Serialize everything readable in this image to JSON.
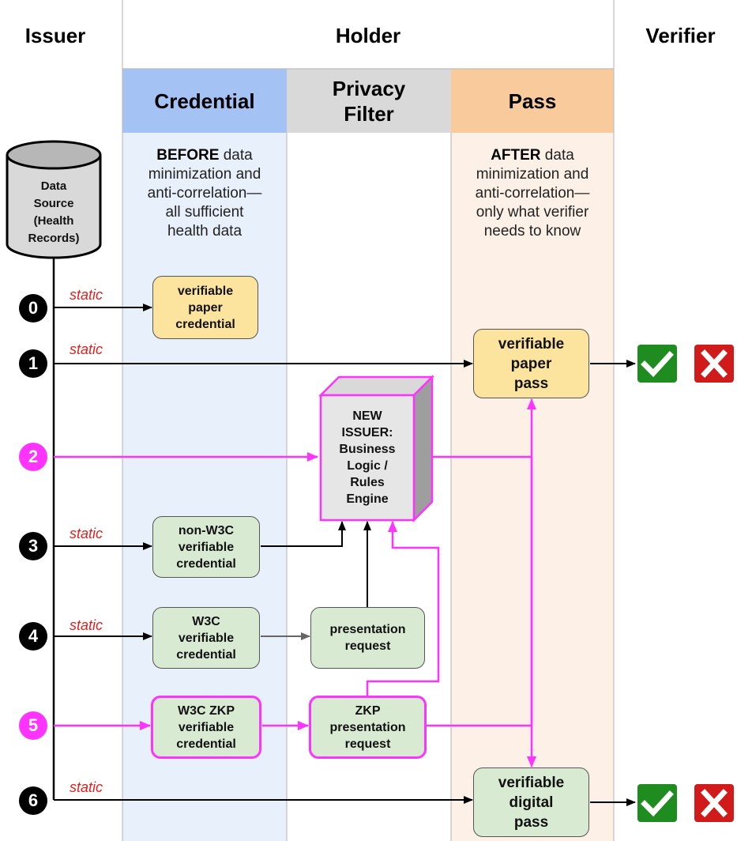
{
  "roles": {
    "issuer": "Issuer",
    "holder": "Holder",
    "verifier": "Verifier"
  },
  "columns": {
    "credential": "Credential",
    "privacy_filter_line1": "Privacy",
    "privacy_filter_line2": "Filter",
    "pass": "Pass"
  },
  "descriptions": {
    "before": {
      "bold": "BEFORE",
      "rest": [
        " data",
        "minimization and",
        "anti-correlation—",
        "all sufficient",
        "health data"
      ]
    },
    "after": {
      "bold": "AFTER",
      "rest": [
        " data",
        "minimization and",
        "anti-correlation—",
        "only what verifier",
        "needs to know"
      ]
    }
  },
  "data_source": {
    "lines": [
      "Data",
      "Source",
      "(Health",
      "Records)"
    ]
  },
  "steps": [
    "0",
    "1",
    "2",
    "3",
    "4",
    "5",
    "6"
  ],
  "static_label": "static",
  "boxes": {
    "verifiable_paper_credential": [
      "verifiable",
      "paper",
      "credential"
    ],
    "verifiable_paper_pass": [
      "verifiable",
      "paper",
      "pass"
    ],
    "new_issuer": [
      "NEW",
      "ISSUER:",
      "Business",
      "Logic /",
      "Rules",
      "Engine"
    ],
    "non_w3c_credential": [
      "non-W3C",
      "verifiable",
      "credential"
    ],
    "w3c_credential": [
      "W3C",
      "verifiable",
      "credential"
    ],
    "presentation_request": [
      "presentation",
      "request"
    ],
    "w3c_zkp_credential": [
      "W3C ZKP",
      "verifiable",
      "credential"
    ],
    "zkp_presentation_request": [
      "ZKP",
      "presentation",
      "request"
    ],
    "verifiable_digital_pass": [
      "verifiable",
      "digital",
      "pass"
    ]
  },
  "icons": {
    "check": "check-icon",
    "cross": "cross-icon"
  },
  "colors": {
    "credential_header": "#a4c2f4",
    "credential_column": "#e8f0fb",
    "filter_header": "#d9d9d9",
    "pass_header": "#f9cb9c",
    "pass_column": "#fdf0e6",
    "paper": "#fde49e",
    "digital": "#d9ead3",
    "magenta": "#ff33ff",
    "static_text": "#e02020",
    "check_bg": "#1e8c1e",
    "cross_bg": "#d11a1a"
  }
}
